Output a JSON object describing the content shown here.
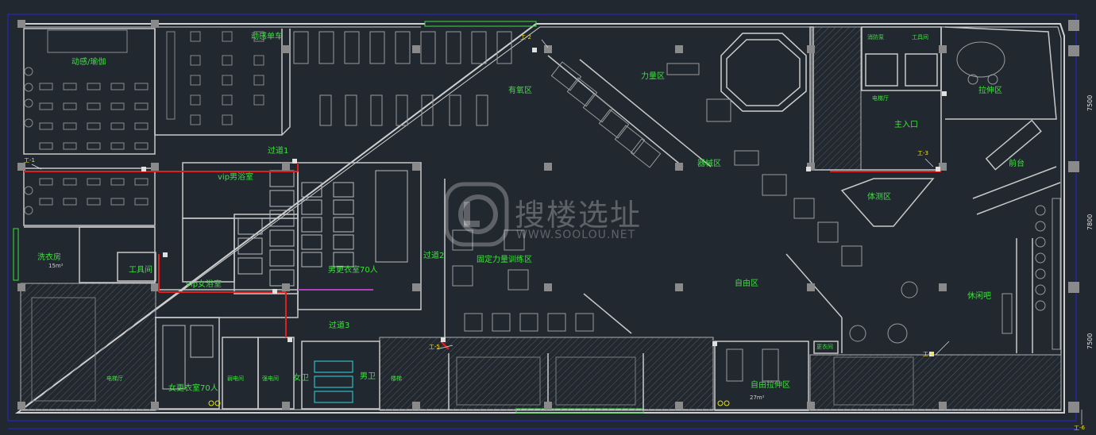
{
  "labels": {
    "ticket_lounge": "动感/瑜伽",
    "spinning": "动感单车",
    "aerobic": "有氧区",
    "strength": "力量区",
    "equipment": "器械区",
    "main_entrance": "主入口",
    "front_desk": "前台",
    "stretch": "拉伸区",
    "fitness": "体测区",
    "rest_bar": "休闲吧",
    "free_weights": "自由区",
    "fixed_strength": "固定力量训练区",
    "free_stretch": "自由拉伸区",
    "corridor1": "过道1",
    "corridor2": "过道2",
    "corridor3": "过道3",
    "vip_men_shower": "vip男浴室",
    "vip_women_shower": "vip女浴室",
    "men_locker": "男更衣室70人",
    "women_locker": "女更衣室70人",
    "tool_room": "工具间",
    "tool_room2": "工具间",
    "laundry": "洗衣房",
    "women_wc": "女卫",
    "men_wc": "男卫",
    "elevator_hall": "电梯厅",
    "elevator_hall2": "电梯厅",
    "stair": "楼梯",
    "fire_pump": "消防泵",
    "weak_elec": "弱电间",
    "strong_elec": "强电间",
    "changing": "更衣间",
    "rest_area_note": "27m²",
    "small_area_note": "15m²"
  },
  "tags": {
    "tag_left": "工-1",
    "tag_top": "工-2",
    "tag_right": "工-3",
    "tag_right2": "工-4",
    "tag_mid": "工-5",
    "tag_bottom_right": "工-6"
  },
  "watermark": {
    "cn": "搜楼选址",
    "en": "WWW.SOOLOU.NET"
  },
  "dimensions": {
    "d1": "7500",
    "d2": "7800",
    "d3": "7500"
  },
  "colors": {
    "wall": "#c8c8c8",
    "text": "#3fe03f",
    "pipe": "#e02020",
    "grid_blue": "#2020e0",
    "column": "#8a8a8a"
  }
}
